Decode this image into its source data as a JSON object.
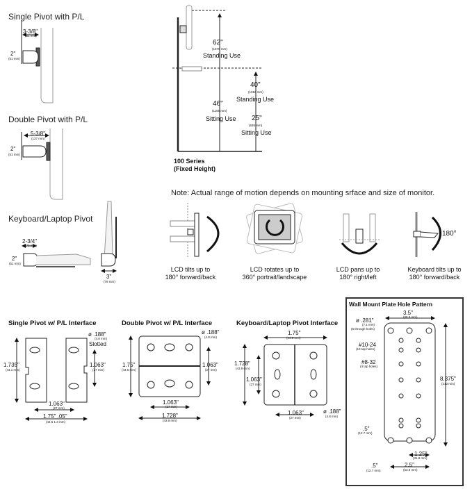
{
  "mount_views": {
    "single_pivot": {
      "title": "Single Pivot with P/L",
      "depth": "3-3/8\"",
      "depth_mm": "(85 mm)",
      "height": "2\"",
      "height_mm": "(51 mm)"
    },
    "double_pivot": {
      "title": "Double Pivot with P/L",
      "depth": "5-3/8\"",
      "depth_mm": "(137 mm)",
      "height": "2\"",
      "height_mm": "(51 mm)"
    },
    "keyboard_pivot": {
      "title": "Keyboard/Laptop Pivot",
      "depth": "2-3/4\"",
      "depth_mm": "(70 mm)",
      "height": "2\"",
      "height_mm": "(51 mm)",
      "folded_depth": "3\"",
      "folded_depth_mm": "(76 mm)"
    }
  },
  "height_diagram": {
    "series": "100 Series",
    "series_sub": "(Fixed Height)",
    "monitor_height": "62\"",
    "monitor_height_mm": "(1575 mm)",
    "monitor_use": "Standing Use",
    "monitor_sit": "46\"",
    "monitor_sit_mm": "(1168 mm)",
    "monitor_sit_use": "Sitting Use",
    "kb_stand": "40\"",
    "kb_stand_mm": "(1016 mm)",
    "kb_stand_use": "Standing Use",
    "kb_sit": "25\"",
    "kb_sit_mm": "(635 mm)",
    "kb_sit_use": "Sitting Use"
  },
  "note": "Note: Actual range of motion depends on mounting srface and size of monitor.",
  "motions": [
    {
      "icon": "tilt-icon",
      "line1": "LCD tilts up to",
      "line2": "180° forward/back"
    },
    {
      "icon": "rotate-icon",
      "line1": "LCD rotates up to",
      "line2": "360° portrait/landscape"
    },
    {
      "icon": "pan-icon",
      "line1": "LCD pans up to",
      "line2": "180° right/left"
    },
    {
      "icon": "keyboard-tilt-icon",
      "line1": "Keyboard tilts up to",
      "line2": "180° forward/back",
      "badge": "180°"
    }
  ],
  "interfaces": {
    "single": {
      "title": "Single Pivot w/ P/L Interface",
      "height": "1.735\"",
      "height_mm": "(44.1 mm)",
      "hole": "ø .188\"",
      "hole_mm": "(4.8 mm)",
      "hole_note": "Slotted",
      "spacing_v": "1.063\"",
      "spacing_v_mm": "(27 mm)",
      "spacing_h": "1.063\"",
      "spacing_h_mm": "(27 mm)",
      "width": "1.75\" .05\"",
      "width_mm": "(44.5 1.3 mm)"
    },
    "double": {
      "title": "Double Pivot w/ P/L Interface",
      "height": "1.75\"",
      "height_mm": "(44.5 mm)",
      "hole": "ø .188\"",
      "hole_mm": "(4.8 mm)",
      "spacing_v": "1.063\"",
      "spacing_v_mm": "(27 mm)",
      "spacing_h": "1.063\"",
      "spacing_h_mm": "(27 mm)",
      "width": "1.728\"",
      "width_mm": "(43.9 mm)"
    },
    "keyboard": {
      "title": "Keyboard/Laptop Pivot Interface",
      "width": "1.75\"",
      "width_mm": "(44.5 mm)",
      "height": "1.728\"",
      "height_mm": "(43.9 mm)",
      "spacing_v": "1.063\"",
      "spacing_v_mm": "(27 mm)",
      "spacing_h": "1.063\"",
      "spacing_h_mm": "(27 mm)",
      "hole": "ø .188\"",
      "hole_mm": "(4.8 mm)"
    }
  },
  "wall_plate": {
    "title": "Wall Mount Plate Hole Pattern",
    "width": "3.5\"",
    "width_mm": "(88.9 mm)",
    "through": "ø .281\"",
    "through_mm": "(7.1 mm)",
    "through_note": "(6 through holes)",
    "tap10": "#10-24",
    "tap10_note": "(10 tap holes)",
    "tap8": "#8-32",
    "tap8_note": "(4 tap holes)",
    "height": "8.375\"",
    "height_mm": "(213 mm)",
    "edge_v": ".5\"",
    "edge_v_mm": "(12.7 mm)",
    "edge_h": ".5\"",
    "edge_h_mm": "(12.7 mm)",
    "half": "1.25\"",
    "half_mm": "(31.8 mm)",
    "span": "2.5\"",
    "span_mm": "(63.5 mm)"
  }
}
